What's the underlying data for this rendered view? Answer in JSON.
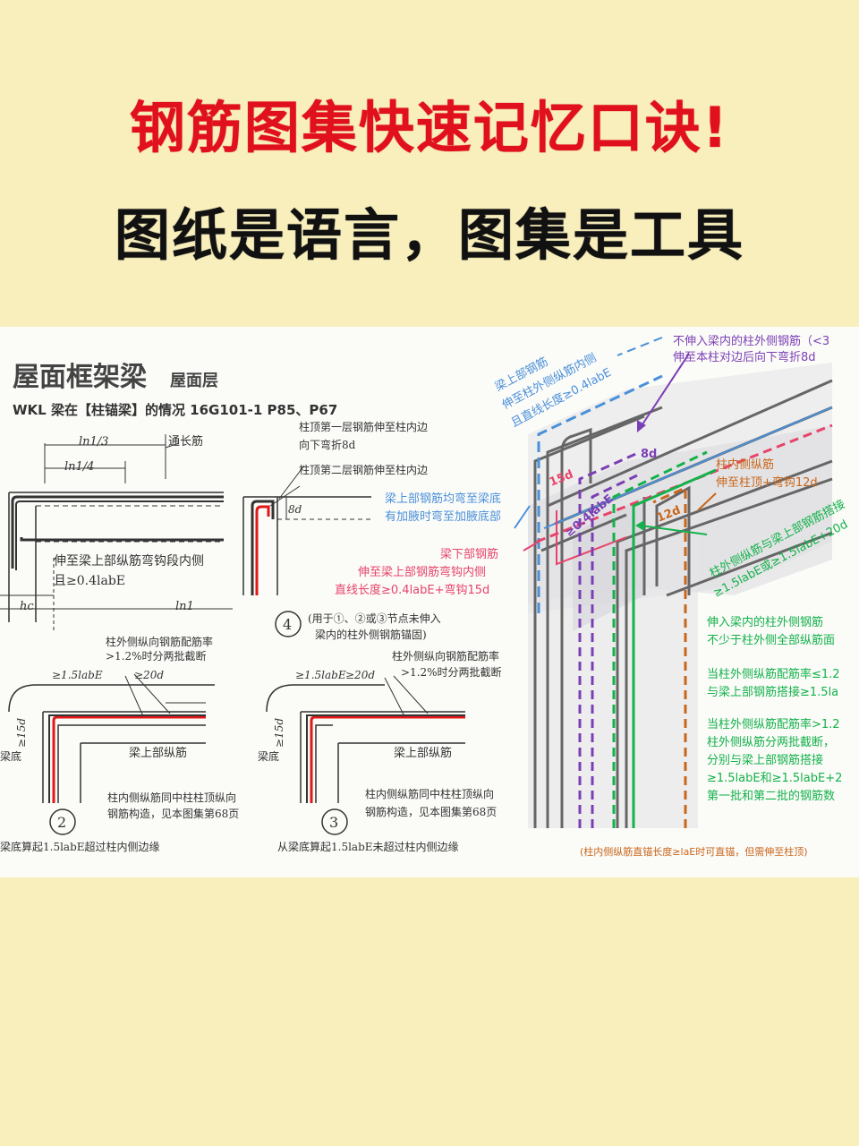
{
  "headline": {
    "title": "钢筋图集快速记忆口诀!",
    "subtitle": "图纸是语言，图集是工具"
  },
  "colors": {
    "background": "#f8efbd",
    "title_red": "#e0101c",
    "blue": "#4a90d9",
    "purple": "#7b3fb5",
    "pink": "#e8446a",
    "green": "#13b24a",
    "orange": "#c8661a",
    "rebar_red": "#e01818"
  },
  "left": {
    "title": "屋面框架梁",
    "title_suffix": "屋面层",
    "subtitle": "WKL 梁在【柱锚梁】的情况  16G101-1  P85、P67",
    "d1": {
      "dim_ln1_3": "ln1/3",
      "dim_ln1_4": "ln1/4",
      "tong_chang_jin": "通长筋",
      "note_line1": "伸至梁上部纵筋弯钩段内侧",
      "note_line2": "且≥0.4labE",
      "hc": "hc",
      "ln1": "ln1"
    },
    "d4": {
      "note1_line1": "柱顶第一层钢筋伸至柱内边",
      "note1_line2": "向下弯折8d",
      "note2": "柱顶第二层钢筋伸至柱内边",
      "dim_8d": "8d",
      "circle": "4",
      "caption_line1": "(用于①、②或③节点未伸入",
      "caption_line2": "梁内的柱外侧钢筋锚固)"
    },
    "d2": {
      "note_top_line1": "柱外侧纵向钢筋配筋率",
      "note_top_line2": ">1.2%时分两批截断",
      "dim_15labE": "≥1.5labE",
      "dim_20d": "≥20d",
      "dim_15d": "≥15d",
      "beam_bottom": "梁底",
      "top_bar": "梁上部纵筋",
      "note_bottom_line1": "柱内侧纵筋同中柱柱顶纵向",
      "note_bottom_line2": "钢筋构造，见本图集第68页",
      "circle": "2",
      "caption": "梁底算起1.5labE超过柱内侧边缘"
    },
    "d3": {
      "note_top_line1": "柱外侧纵向钢筋配筋率",
      "note_top_line2": ">1.2%时分两批截断",
      "dim_15labE": "≥1.5labE",
      "dim_20d": "≥20d",
      "dim_15d": "≥15d",
      "beam_bottom": "梁底",
      "top_bar": "梁上部纵筋",
      "note_bottom_line1": "柱内侧纵筋同中柱柱顶纵向",
      "note_bottom_line2": "钢筋构造，见本图集第68页",
      "circle": "3",
      "caption": "从梁底算起1.5labE未超过柱内侧边缘"
    }
  },
  "right": {
    "blue_label_line1": "梁上部钢筋",
    "blue_label_line2": "伸至柱外侧纵筋内侧",
    "blue_label_line3": "且直线长度≥0.4labE",
    "purple_label_line1": "不伸入梁内的柱外侧钢筋（<3",
    "purple_label_line2": "伸至本柱对边后向下弯折8d",
    "blue_note_line1": "梁上部钢筋均弯至梁底",
    "blue_note_line2": "有加腋时弯至加腋底部",
    "pink_label_line1": "梁下部钢筋",
    "pink_label_line2": "伸至梁上部钢筋弯钩内侧",
    "pink_label_line3": "直线长度≥0.4labE+弯钩15d",
    "orange_label_line1": "柱内侧纵筋",
    "orange_label_line2": "伸至柱顶+弯钩12d",
    "green_label_line1": "柱外侧纵筋与梁上部钢筋搭接",
    "green_label_line2": "≥1.5labE或≥1.5labE+20d",
    "dim_8d": "8d",
    "dim_15d": "15d",
    "dim_04labE": "≥0.4labE",
    "dim_12d": "12d",
    "info1_line1": "伸入梁内的柱外侧钢筋",
    "info1_line2": "不少于柱外侧全部纵筋面",
    "info2_line1": "当柱外侧纵筋配筋率≤1.2",
    "info2_line2": "与梁上部钢筋搭接≥1.5la",
    "info3_line1": "当柱外侧纵筋配筋率>1.2",
    "info3_line2": "柱外侧纵筋分两批截断，",
    "info3_line3": "分别与梁上部钢筋搭接",
    "info3_line4": "≥1.5labE和≥1.5labE+2",
    "info3_line5": "第一批和第二批的钢筋数",
    "footnote": "(柱内侧纵筋直锚长度≥laE时可直锚，但需伸至柱顶)"
  }
}
